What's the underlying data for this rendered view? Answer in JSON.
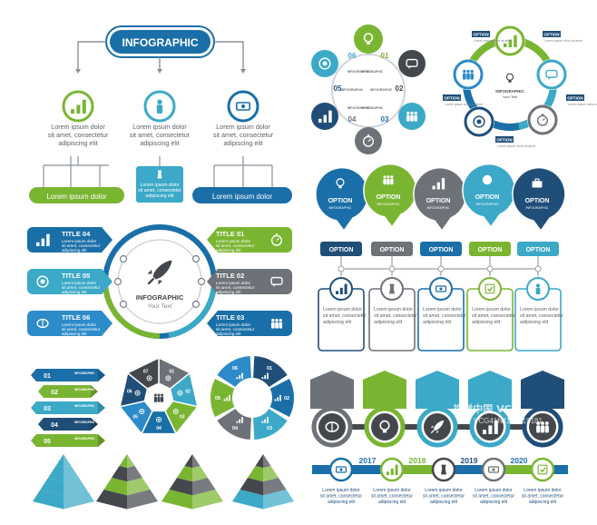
{
  "colors": {
    "navy": "#1f4e79",
    "blue": "#1a6fa8",
    "light_blue": "#2c8bc8",
    "teal": "#3ba9c7",
    "cyan": "#4fc1d6",
    "green": "#7ab532",
    "grey": "#6d7278",
    "dark_grey": "#44484d"
  },
  "flowchart": {
    "header": "INFOGRAPHIC",
    "columns": [
      {
        "icon": "bar-chart-icon",
        "text": [
          "Lorem ipsum dolor",
          "sit amet, consectetur",
          "adipiscing elit"
        ]
      },
      {
        "icon": "person-icon",
        "text": [
          "Lorem ipsum dolor",
          "sit amet, consectetur",
          "adipiscing elit"
        ]
      },
      {
        "icon": "money-icon",
        "text": [
          "Lorem ipsum dolor",
          "sit amet, consectetur",
          "adipiscing elit"
        ]
      }
    ],
    "bottom_left": "Lorem ipsum dolor",
    "bottom_center": [
      "Lorem ipsum dolor",
      "sit amet, consectetur",
      "adipiscing elit"
    ],
    "bottom_right": "Lorem ipsum dolor"
  },
  "ring_six": {
    "labels": [
      "01",
      "02",
      "03",
      "04",
      "05",
      "06"
    ],
    "sub": "INFOGRAPHIC",
    "subtext": "Your Text"
  },
  "blob_cycle": {
    "option": "OPTION",
    "center_title": "INFOGRAPHIC",
    "center_sub": "Your Text",
    "text": "Lorem ipsum dolor sit amet"
  },
  "speech_options": {
    "items": [
      {
        "label": "OPTION",
        "sub": "INFOGRAPHIC"
      },
      {
        "label": "OPTION",
        "sub": "INFOGRAPHIC"
      },
      {
        "label": "OPTION",
        "sub": "INFOGRAPHIC"
      },
      {
        "label": "OPTION",
        "sub": "INFOGRAPHIC"
      },
      {
        "label": "OPTION",
        "sub": "INFOGRAPHIC"
      }
    ]
  },
  "option_tree": {
    "labels": [
      "OPTION",
      "OPTION",
      "OPTION",
      "OPTION",
      "OPTION"
    ],
    "text": [
      "Lorem ipsum dolor",
      "sit amet, consectetur",
      "adipiscing elit"
    ]
  },
  "rocket": {
    "titles": [
      "TITLE 04",
      "TITLE 05",
      "TITLE 06",
      "TITLE 01",
      "TITLE 02",
      "TITLE 03"
    ],
    "text": [
      "Lorem ipsum dolor",
      "sit amet, consectetur",
      "adipiscing elit"
    ],
    "center_title": "INFOGRAPHIC",
    "center_sub": "Your Text"
  },
  "ribbons": {
    "labels": [
      "01",
      "02",
      "03",
      "04",
      "05"
    ],
    "sub": "INFOGRAPHIC"
  },
  "heptagon": {
    "labels": [
      "01",
      "02",
      "03",
      "04",
      "05",
      "06",
      "07"
    ]
  },
  "donut": {
    "labels": [
      "01",
      "02",
      "03",
      "04",
      "05",
      "06"
    ]
  },
  "timeline": {
    "years": [
      "2017",
      "2018",
      "2019",
      "2020"
    ],
    "text": [
      "Lorem ipsum dolor",
      "sit amet, consectetur",
      "adipiscing elit"
    ]
  },
  "watermark": {
    "text": "视觉中国",
    "line1": "VCG",
    "line2": "VCG41N1135219181"
  }
}
